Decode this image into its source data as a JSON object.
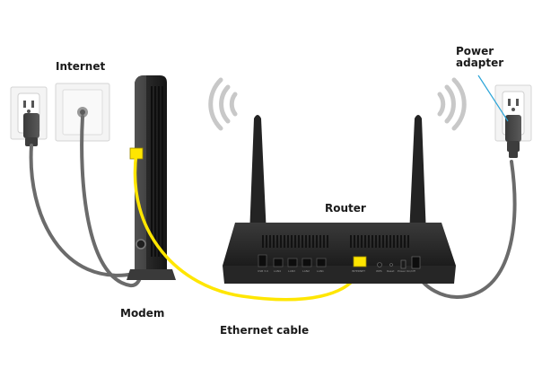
{
  "labels": {
    "internet": "Internet",
    "power_adapter_line1": "Power",
    "power_adapter_line2": "adapter",
    "router": "Router",
    "modem": "Modem",
    "ethernet_cable": "Ethernet cable"
  },
  "router_port_labels": [
    "USB 3.0",
    "LAN4",
    "LAN3",
    "LAN2",
    "LAN1",
    "INTERNET",
    "WPS",
    "Reset",
    "Power On/Off"
  ],
  "colors": {
    "device_body": "#2b2b2b",
    "cable_gray": "#6b6b6b",
    "ethernet_yellow": "#ffe600",
    "wifi_arcs": "#c8c8c8",
    "callout_line": "#2aa4d8",
    "wall_plate": "#f4f4f4"
  },
  "icons": [
    "wall-outlet-icon",
    "coax-wall-jack-icon",
    "wifi-signal-icon",
    "power-plug-icon"
  ]
}
